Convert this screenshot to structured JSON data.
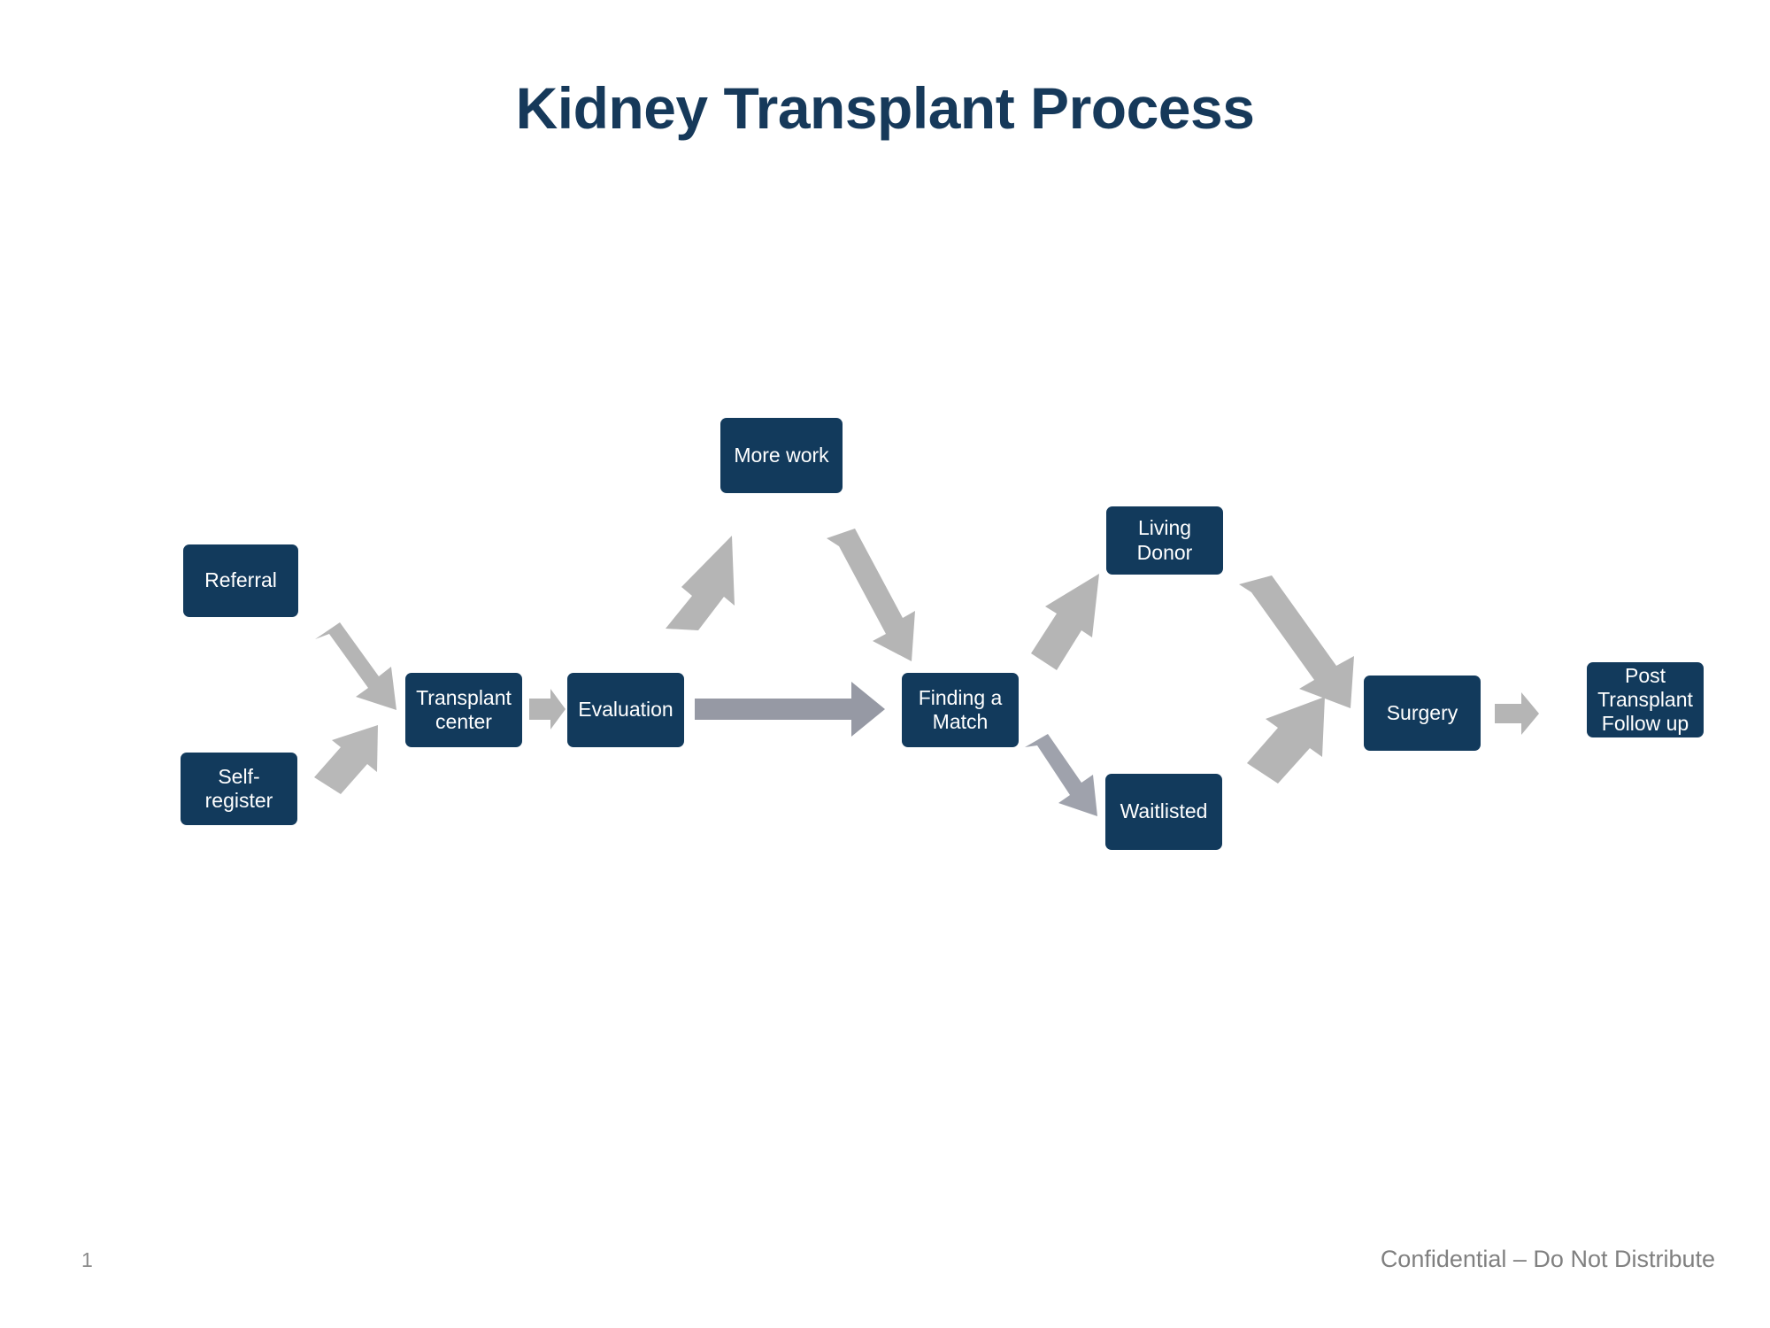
{
  "slide": {
    "title": "Kidney Transplant Process",
    "accent_navy": "#123A5C",
    "title_color": "#16395A",
    "arrow_gray_light": "#B5B5B5",
    "arrow_gray_dark": "#9699A4",
    "background": "#FFFFFF"
  },
  "nodes": {
    "referral": "Referral",
    "self_register": "Self-\nregister",
    "transplant_center": "Transplant\ncenter",
    "evaluation": "Evaluation",
    "more_work": "More work",
    "finding_match": "Finding a\nMatch",
    "living_donor": "Living\nDonor",
    "waitlisted": "Waitlisted",
    "surgery": "Surgery",
    "post_transplant": "Post\nTransplant\nFollow up"
  },
  "flow": [
    {
      "from": "referral",
      "to": "transplant_center",
      "icon": "arrow-down-right-icon"
    },
    {
      "from": "self_register",
      "to": "transplant_center",
      "icon": "arrow-up-right-icon"
    },
    {
      "from": "transplant_center",
      "to": "evaluation",
      "icon": "arrow-right-icon"
    },
    {
      "from": "evaluation",
      "to": "more_work",
      "icon": "arrow-up-right-icon"
    },
    {
      "from": "more_work",
      "to": "finding_match",
      "icon": "arrow-down-right-icon"
    },
    {
      "from": "evaluation",
      "to": "finding_match",
      "icon": "arrow-right-long-icon"
    },
    {
      "from": "finding_match",
      "to": "living_donor",
      "icon": "arrow-up-right-icon"
    },
    {
      "from": "finding_match",
      "to": "waitlisted",
      "icon": "arrow-down-right-icon"
    },
    {
      "from": "living_donor",
      "to": "surgery",
      "icon": "arrow-down-right-icon"
    },
    {
      "from": "waitlisted",
      "to": "surgery",
      "icon": "arrow-up-right-icon"
    },
    {
      "from": "surgery",
      "to": "post_transplant",
      "icon": "arrow-right-icon"
    }
  ],
  "footer": {
    "page_number": "1",
    "confidential": "Confidential – Do Not Distribute"
  }
}
